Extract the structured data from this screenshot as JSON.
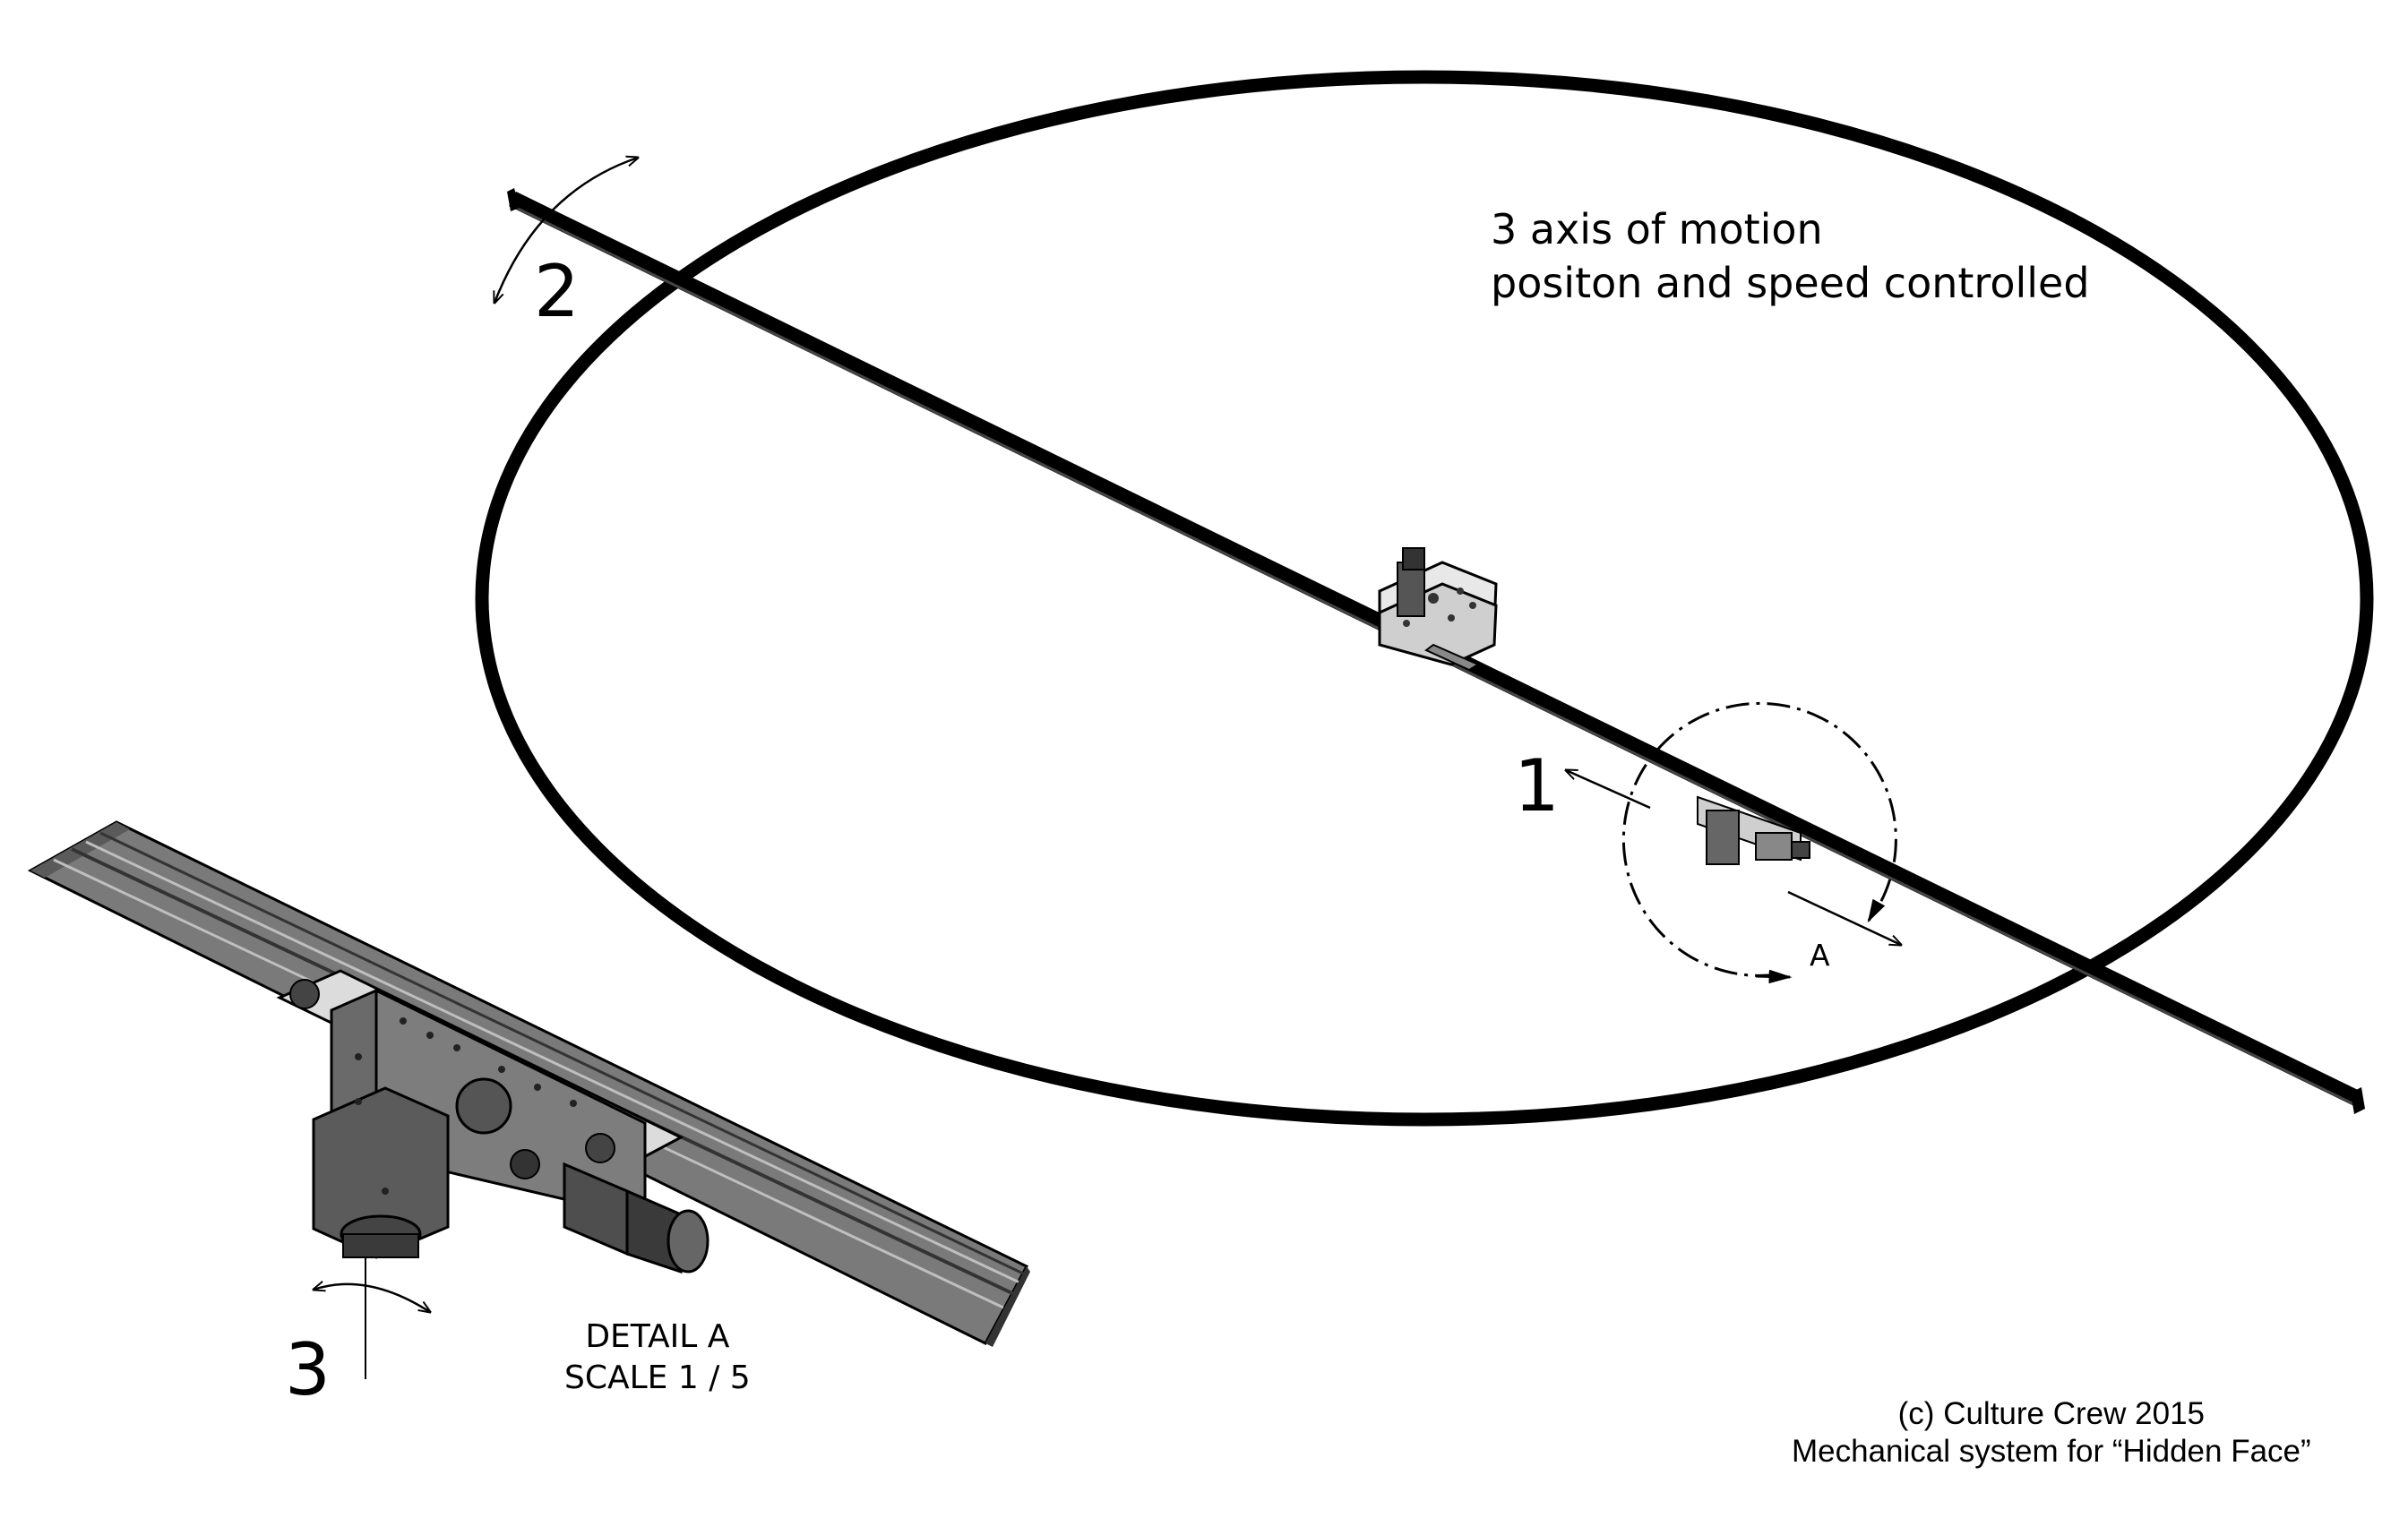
{
  "notes": {
    "line1": "3 axis of motion",
    "line2": "positon and speed controlled"
  },
  "axes": {
    "axis1": "1",
    "axis2": "2",
    "axis3": "3",
    "detail_ref": "A"
  },
  "detail": {
    "line1": "DETAIL  A",
    "line2": "SCALE 1 / 5"
  },
  "credit": {
    "line1": "(c) Culture Crew 2015",
    "line2": "Mechanical system for “Hidden Face”"
  }
}
